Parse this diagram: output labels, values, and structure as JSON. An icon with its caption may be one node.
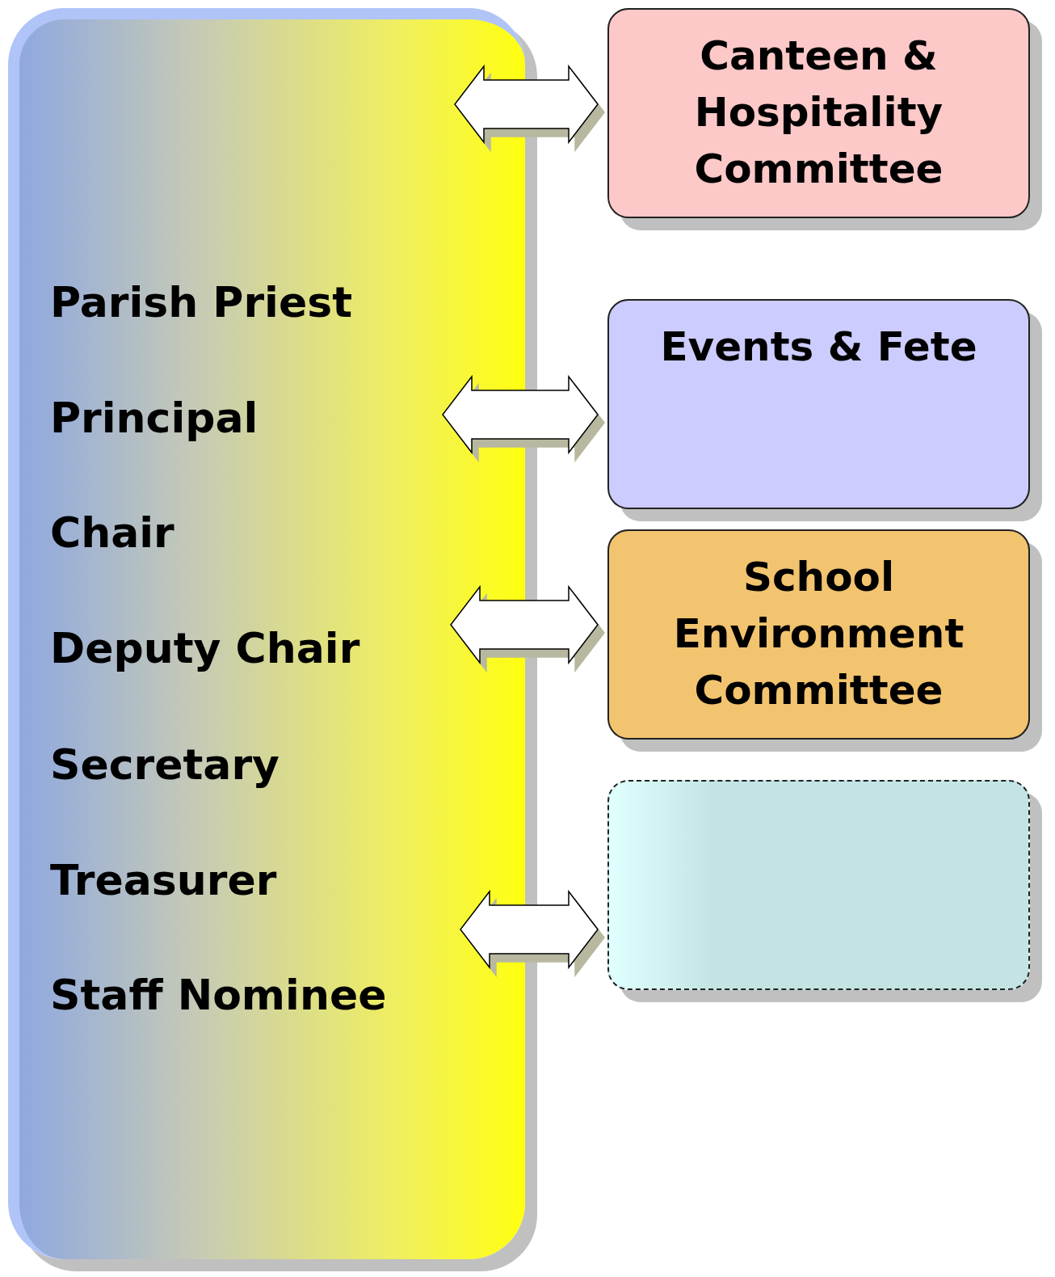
{
  "diagram": {
    "nodes": [
      {
        "text": [
          "Parish Priest",
          "Principal",
          "Chair",
          "Deputy Chair",
          "Secretary",
          "Treasurer",
          "Staff Nominee"
        ]
      },
      {
        "text": [
          "Canteen & Hospitality Committee"
        ]
      },
      {
        "text": [
          "Events & Fete"
        ]
      },
      {
        "text": [
          "School Environment Committee"
        ]
      },
      {
        "text": [],
        "shape": "box"
      }
    ],
    "edges": [
      {
        "from": 0,
        "to": 1,
        "arrow": "both"
      },
      {
        "from": 0,
        "to": 2,
        "arrow": "both"
      },
      {
        "from": 0,
        "to": 3,
        "arrow": "both"
      },
      {
        "from": 0,
        "to": 4,
        "arrow": "both"
      }
    ]
  }
}
